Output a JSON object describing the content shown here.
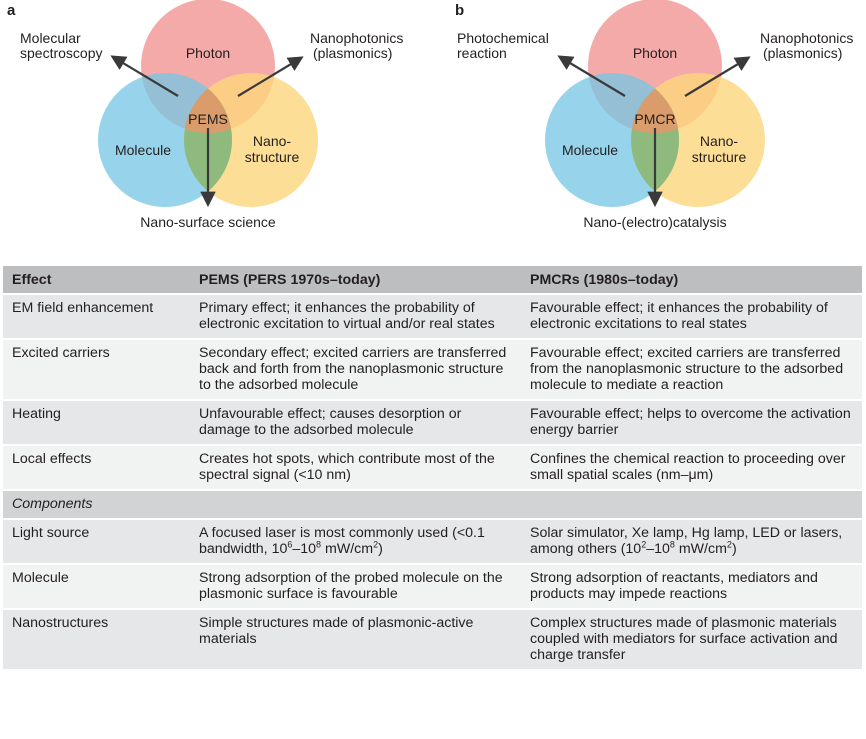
{
  "panel_a": {
    "letter": "a",
    "circle_photon": "Photon",
    "circle_molecule": "Molecule",
    "circle_nano_1": "Nano-",
    "circle_nano_2": "structure",
    "center": "PEMS",
    "arrow_left_1": "Molecular",
    "arrow_left_2": "spectroscopy",
    "arrow_right_1": "Nanophotonics",
    "arrow_right_2": "(plasmonics)",
    "arrow_down": "Nano-surface science"
  },
  "panel_b": {
    "letter": "b",
    "circle_photon": "Photon",
    "circle_molecule": "Molecule",
    "circle_nano_1": "Nano-",
    "circle_nano_2": "structure",
    "center": "PMCR",
    "arrow_left_1": "Photochemical",
    "arrow_left_2": "reaction",
    "arrow_right_1": "Nanophotonics",
    "arrow_right_2": "(plasmonics)",
    "arrow_down": "Nano-(electro)catalysis"
  },
  "colors": {
    "photon": "#f08e8c",
    "molecule": "#74c6e4",
    "nanostructure": "#fdd67c",
    "green_overlap": "#8fba7d",
    "center": "#d99c6a",
    "header_row": "#bcbec0",
    "row_even": "#e6e7e8",
    "row_odd": "#f1f2f2",
    "section_row": "#d1d3d4"
  },
  "table": {
    "headers": [
      "Effect",
      "PEMS (PERS 1970s–today)",
      "PMCRs (1980s–today)"
    ],
    "rows": [
      [
        "EM field enhancement",
        "Primary effect; it enhances the probability of electronic excitation to virtual and/or real states",
        "Favourable effect; it enhances the probability of electronic excitations to real states"
      ],
      [
        "Excited carriers",
        "Secondary effect; excited carriers are transferred back and forth from the nanoplasmonic structure to the adsorbed molecule",
        "Favourable effect; excited carriers are transferred from the nanoplasmonic structure to the adsorbed molecule to mediate a reaction"
      ],
      [
        "Heating",
        "Unfavourable effect; causes desorption or damage to the adsorbed molecule",
        "Favourable effect; helps to overcome the activation energy barrier"
      ],
      [
        "Local effects",
        "Creates hot spots, which contribute most of the spectral signal (<10 nm)",
        "Confines the chemical reaction to proceeding over small spatial scales (nm–μm)"
      ]
    ],
    "section": "Components",
    "component_rows": [
      [
        "Light source",
        "",
        ""
      ],
      [
        "Molecule",
        "Strong adsorption of the probed molecule on the plasmonic surface is favourable",
        "Strong adsorption of reactants, mediators and products may impede reactions"
      ],
      [
        "Nanostructures",
        "Simple structures made of plasmonic-active materials",
        "Complex structures made of plasmonic materials coupled with mediators for surface activation and charge transfer"
      ]
    ],
    "light_pems": {
      "pre": "A focused laser is most commonly used (<0.1 bandwidth, 10",
      "exp1": "6",
      "mid": "–10",
      "exp2": "8",
      "post": " mW/cm",
      "exp3": "2",
      "end": ")"
    },
    "light_pmcr": {
      "pre": "Solar simulator, Xe lamp, Hg lamp, LED or lasers, among others (10",
      "exp1": "2",
      "mid": "–10",
      "exp2": "8",
      "post": " mW/cm",
      "exp3": "2",
      "end": ")"
    }
  }
}
